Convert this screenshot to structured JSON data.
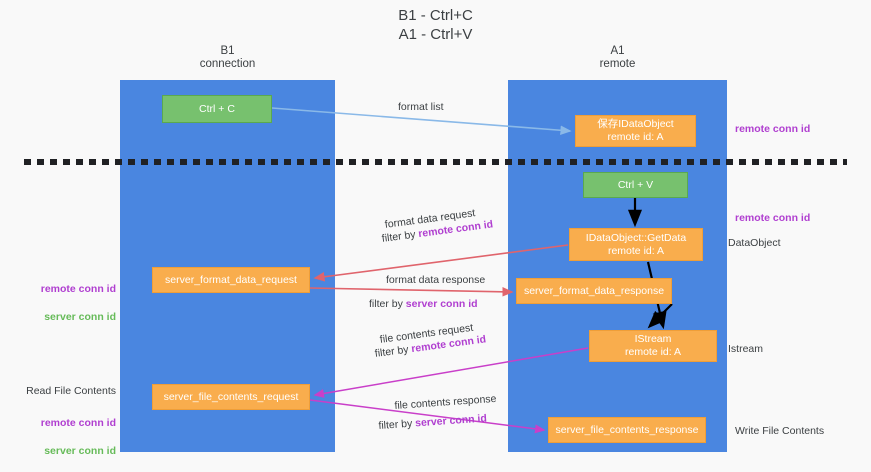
{
  "title": "B1 - Ctrl+C\nA1 - Ctrl+V",
  "lanes": [
    {
      "name": "b1",
      "title": "B1\nconnection",
      "color": "#4a86e0"
    },
    {
      "name": "a1",
      "title": "A1\nremote",
      "color": "#4a86e0"
    }
  ],
  "colors": {
    "lane_blue": "#4a86e0",
    "box_green": "#77c16e",
    "box_orange": "#f9ad4d",
    "background": "#f9f9f9",
    "conn_purple": "#b03fd0",
    "conn_green": "#66bb59",
    "arrow_lightblue": "#8ab9e8",
    "arrow_red": "#e0646c",
    "arrow_magenta": "#c93fc9",
    "arrow_black": "#000000",
    "divider_black": "#202124"
  },
  "boxes": {
    "ctrl_c": "Ctrl + C",
    "save_idataobject": "保存IDataObject\nremote id: A",
    "ctrl_v": "Ctrl + V",
    "getdata": "IDataObject::GetData\nremote id: A",
    "server_format_data_request": "server_format_data_request",
    "server_format_data_response": "server_format_data_response",
    "istream": "IStream\nremote id: A",
    "server_file_contents_request": "server_file_contents_request",
    "server_file_contents_response": "server_file_contents_response"
  },
  "edge_labels": {
    "format_list": "format list",
    "format_data_request": "format data request",
    "format_data_request_filter_prefix": "filter by ",
    "format_data_request_filter_value": "remote conn id",
    "format_data_response": "format data response",
    "format_data_response_filter_prefix": "filter by ",
    "format_data_response_filter_value": "server conn id",
    "file_contents_request": "file contents request",
    "file_contents_request_filter_prefix": "filter by ",
    "file_contents_request_filter_value": "remote conn id",
    "file_contents_response": "file contents response",
    "file_contents_response_filter_prefix": "filter by ",
    "file_contents_response_filter_value": "server conn id"
  },
  "side_labels": {
    "remote_conn_id_top": "remote conn id",
    "remote_conn_id_mid": "remote conn id",
    "dataobject": "DataObject",
    "istream": "Istream",
    "write_file_contents": "Write File Contents",
    "read_file_contents": "Read File Contents",
    "left_remote_conn_id": "remote conn id",
    "left_server_conn_id": "server conn id",
    "left_remote_conn_id_2": "remote conn id",
    "left_server_conn_id_2": "server conn id"
  }
}
